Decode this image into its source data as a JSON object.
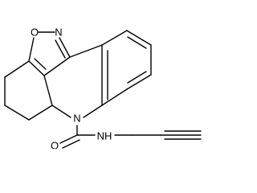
{
  "structure": {
    "atoms": {
      "O_isoxazole": "O",
      "N_isoxazole": "N",
      "N_ring": "N",
      "O_carbonyl": "O",
      "N_amide": "NH"
    },
    "bond_color": "#000000"
  }
}
